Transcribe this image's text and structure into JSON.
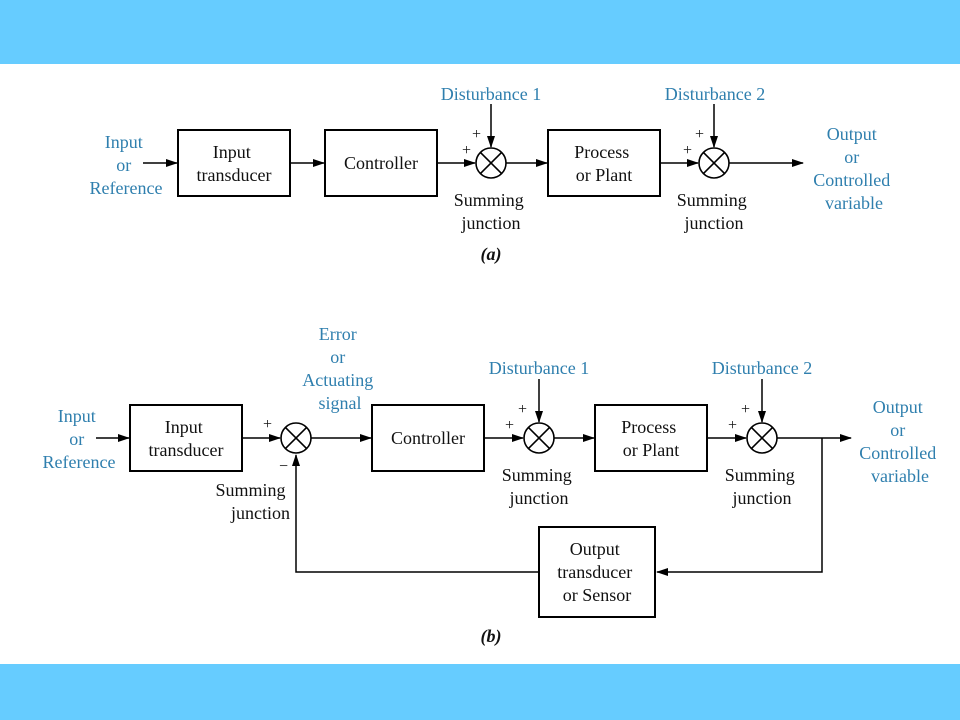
{
  "colors": {
    "band": "#66ccff",
    "label_blue": "#2f7fae",
    "line": "#000000"
  },
  "figure_a": {
    "input_label": [
      "Input",
      "or",
      "Reference"
    ],
    "blocks": {
      "input_transducer": [
        "Input",
        "transducer"
      ],
      "controller": [
        "Controller"
      ],
      "process": [
        "Process",
        "or Plant"
      ]
    },
    "disturbance_1": "Disturbance 1",
    "disturbance_2": "Disturbance 2",
    "summing_junction": [
      "Summing",
      "junction"
    ],
    "plus": "+",
    "output_label": [
      "Output",
      "or",
      "Controlled",
      "variable"
    ],
    "caption": "(a)"
  },
  "figure_b": {
    "input_label": [
      "Input",
      "or",
      "Reference"
    ],
    "error_label": [
      "Error",
      "or",
      "Actuating",
      "signal"
    ],
    "blocks": {
      "input_transducer": [
        "Input",
        "transducer"
      ],
      "controller": [
        "Controller"
      ],
      "process": [
        "Process",
        "or Plant"
      ],
      "output_transducer": [
        "Output",
        "transducer",
        "or Sensor"
      ]
    },
    "disturbance_1": "Disturbance 1",
    "disturbance_2": "Disturbance 2",
    "summing_junction": [
      "Summing",
      "junction"
    ],
    "plus": "+",
    "minus": "−",
    "output_label": [
      "Output",
      "or",
      "Controlled",
      "variable"
    ],
    "caption": "(b)"
  }
}
